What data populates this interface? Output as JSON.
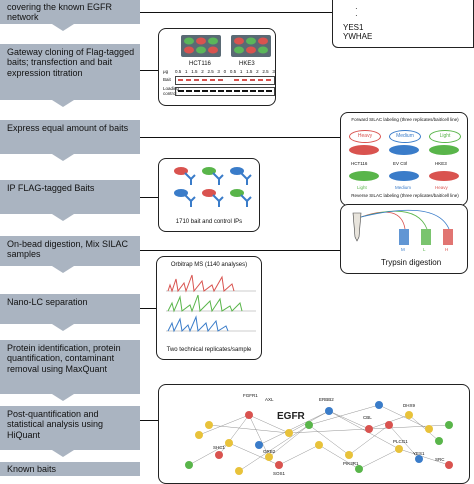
{
  "steps": [
    "covering the known EGFR network",
    "Gateway cloning of Flag-tagged baits; transfection and bait expression titration",
    "Express equal amount of baits",
    "IP FLAG-tagged Baits",
    "On-bead digestion, Mix SILAC samples",
    "Nano-LC separation",
    "Protein identification, protein quantification, contaminant removal using MaxQuant",
    "Post-quantification and statistical analysis using HiQuant",
    "Known baits"
  ],
  "bait_list": {
    "dots": "·\n·",
    "items": [
      "YES1",
      "YWHAE"
    ]
  },
  "titration": {
    "cell_lines": [
      "HCT116",
      "HKE3"
    ],
    "amounts": [
      "0.5",
      "1",
      "1.5",
      "2",
      "2.5",
      "3",
      "0",
      "0.5",
      "1",
      "1.5",
      "2",
      "2.5",
      "3"
    ],
    "unit": "μg",
    "row_labels": [
      "Bait",
      "Loading control"
    ]
  },
  "silac": {
    "forward_title": "Forward SILAC labeling (three replicates/bait/cell line)",
    "reverse_title": "Reverse SILAC labeling (three replicates/bait/cell line)",
    "forward": [
      {
        "label": "Heavy",
        "color": "#d9534f"
      },
      {
        "label": "Medium",
        "color": "#3a7cc9"
      },
      {
        "label": "Light",
        "color": "#59b54a"
      }
    ],
    "middle": [
      "HCT116",
      "EV Ctrl",
      "HKE3"
    ],
    "reverse": [
      {
        "label": "Light",
        "color": "#59b54a"
      },
      {
        "label": "Medium",
        "color": "#3a7cc9"
      },
      {
        "label": "Heavy",
        "color": "#d9534f"
      }
    ]
  },
  "ip": {
    "caption": "1710 bait and control IPs"
  },
  "digestion": {
    "labels": [
      "M",
      "L",
      "H"
    ],
    "caption": "Trypsin digestion"
  },
  "ms": {
    "title": "Orbitrap MS (1140 analyses)",
    "caption": "Two technical replicates/sample"
  },
  "network": {
    "hub": "EGFR",
    "nodes": [
      "FGFR1",
      "AXL",
      "ERBB2",
      "CBL",
      "DHX9",
      "SHC1",
      "GRB2",
      "SOS1",
      "PIK3R1",
      "PLCG1",
      "YES1",
      "SRC"
    ]
  }
}
